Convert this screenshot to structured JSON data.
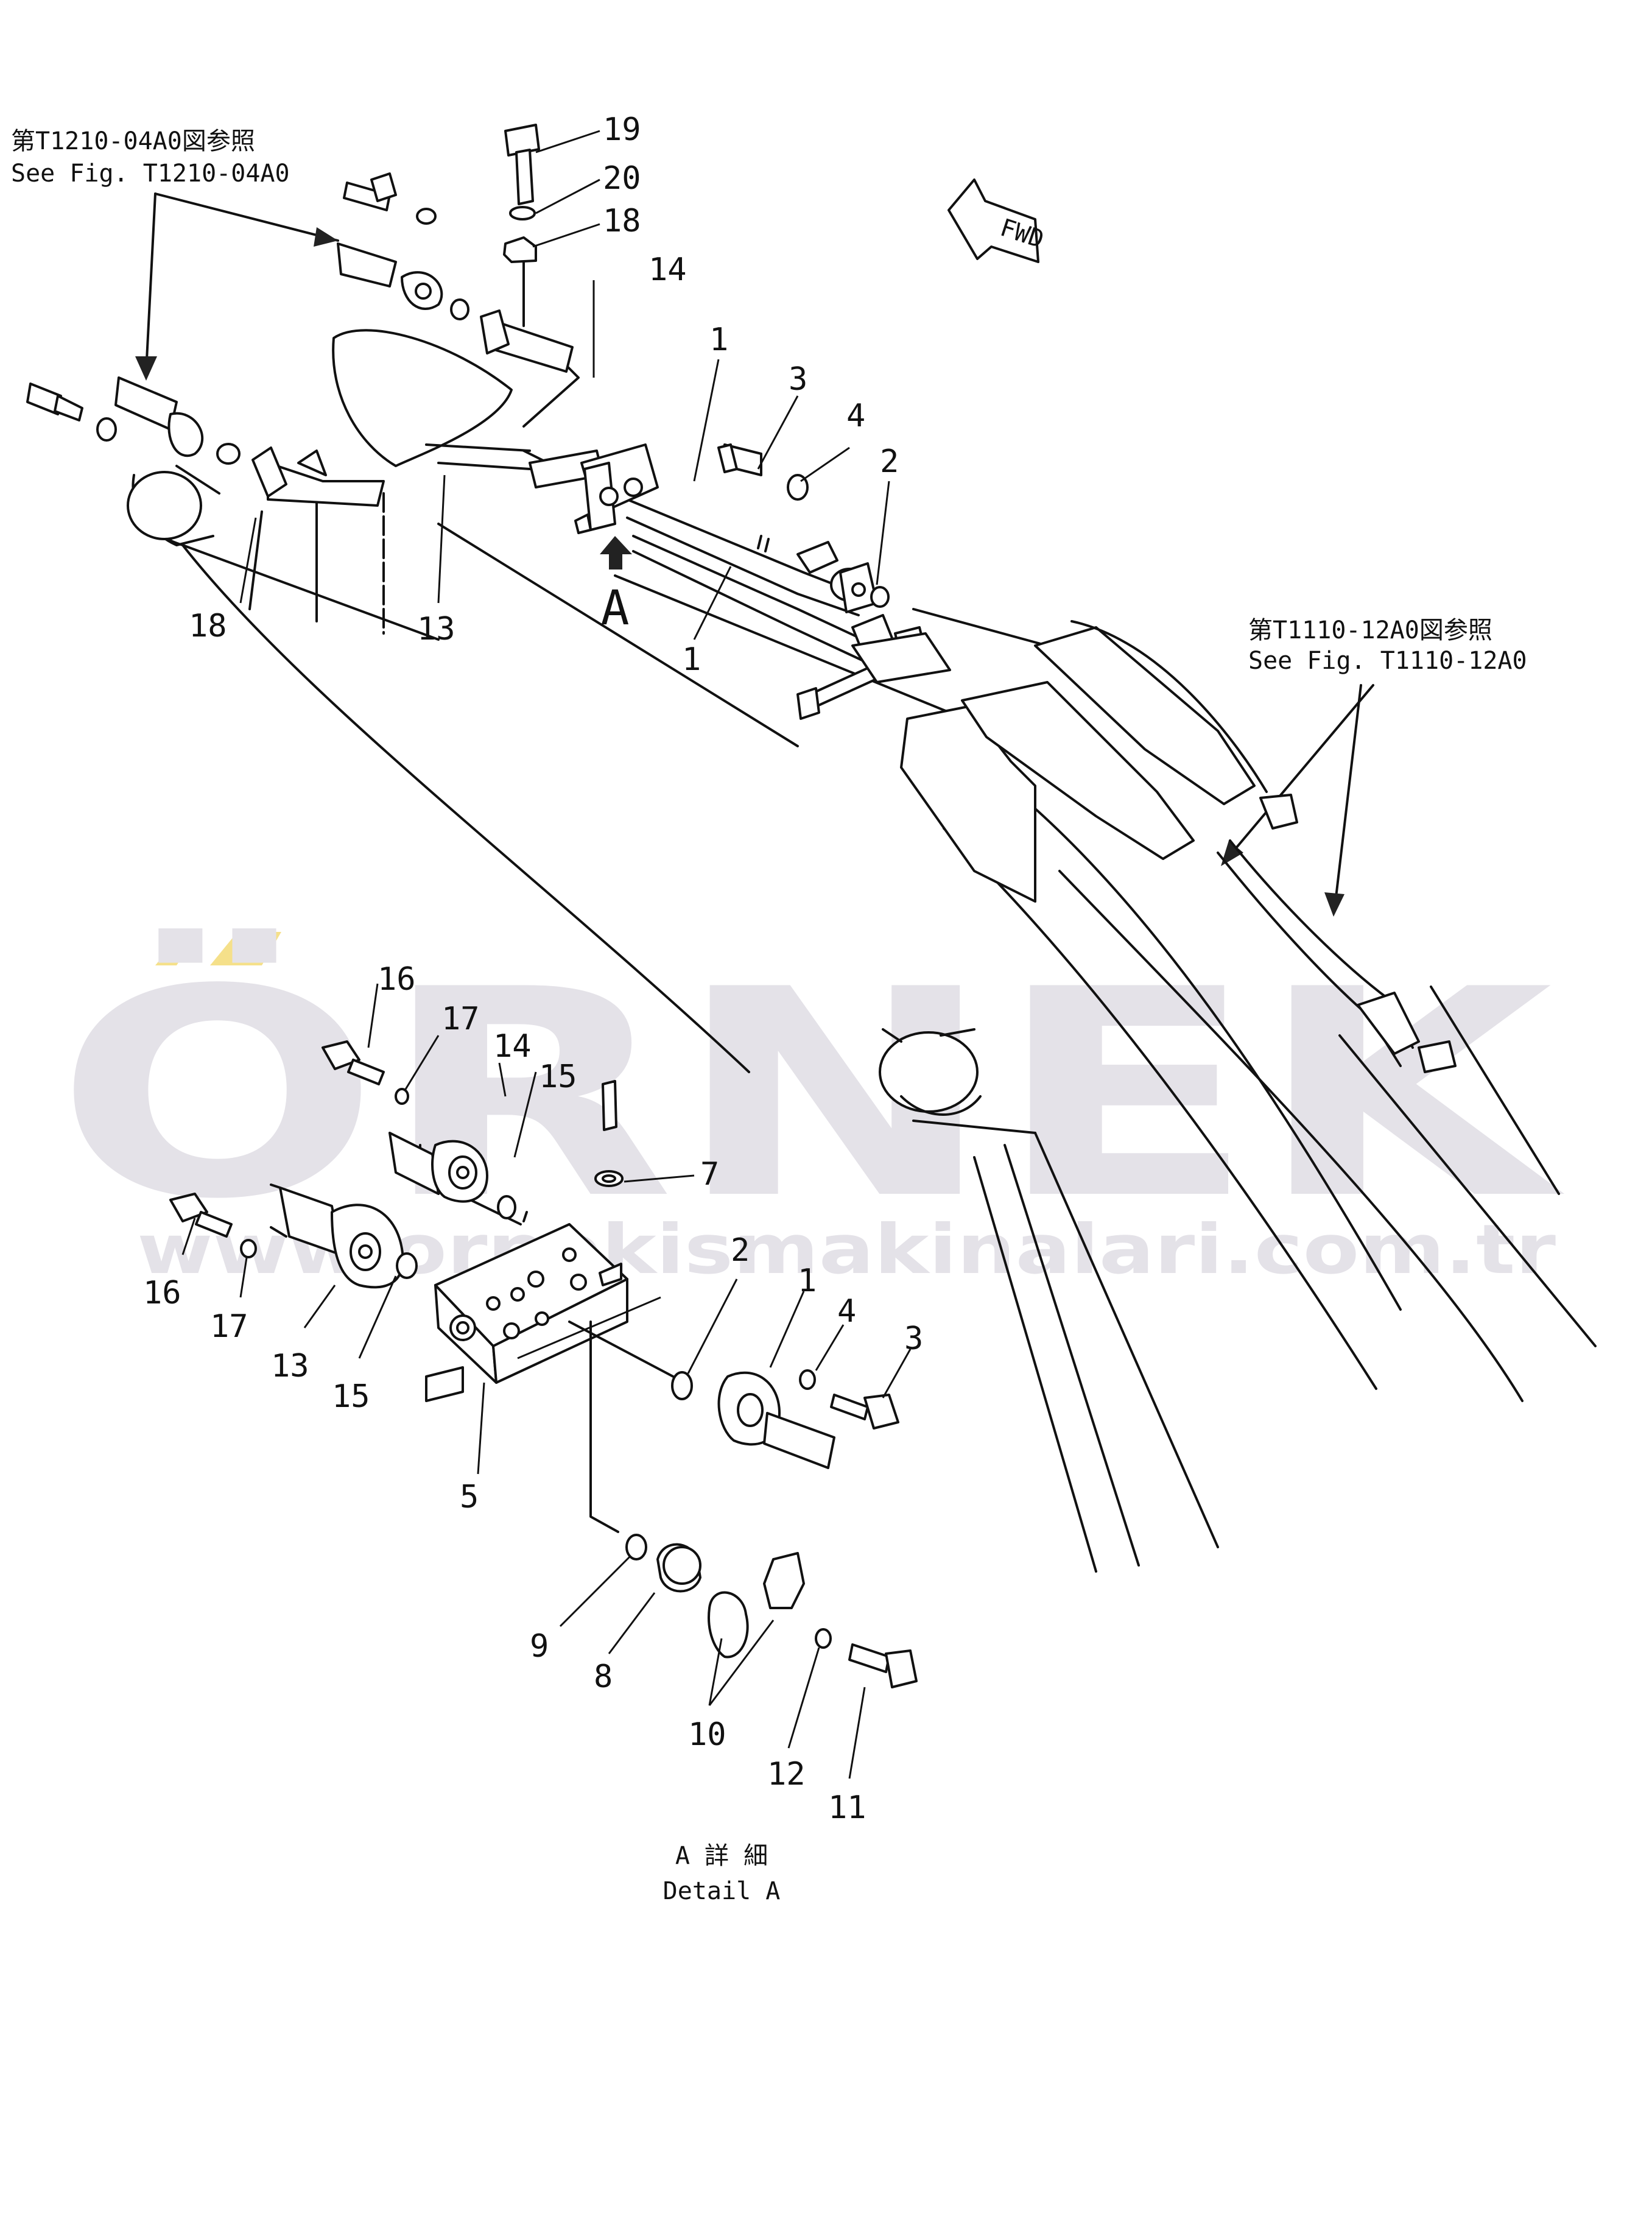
{
  "references": {
    "top_left": {
      "jp": "第T1210-04A0図参照",
      "en": "See Fig. T1210-04A0"
    },
    "right": {
      "jp": "第T1110-12A0図参照",
      "en": "See Fig. T1110-12A0"
    }
  },
  "direction_label": "FWD",
  "view_marker": "A",
  "detail_caption": {
    "jp": "A 詳 細",
    "en": "Detail A"
  },
  "watermark": {
    "brand": "ÖRNEK",
    "url": "www.ornekismakinalari.com.tr",
    "brand_color": "#e4e2e8",
    "accent_color": "#f5e08a"
  },
  "main_view_callouts": [
    "19",
    "20",
    "18",
    "14",
    "1",
    "3",
    "4",
    "2",
    "18",
    "13",
    "1"
  ],
  "detail_callouts": [
    "16",
    "17",
    "14",
    "15",
    "7",
    "16",
    "17",
    "13",
    "15",
    "2",
    "1",
    "4",
    "3",
    "5",
    "9",
    "8",
    "10",
    "12",
    "11"
  ]
}
